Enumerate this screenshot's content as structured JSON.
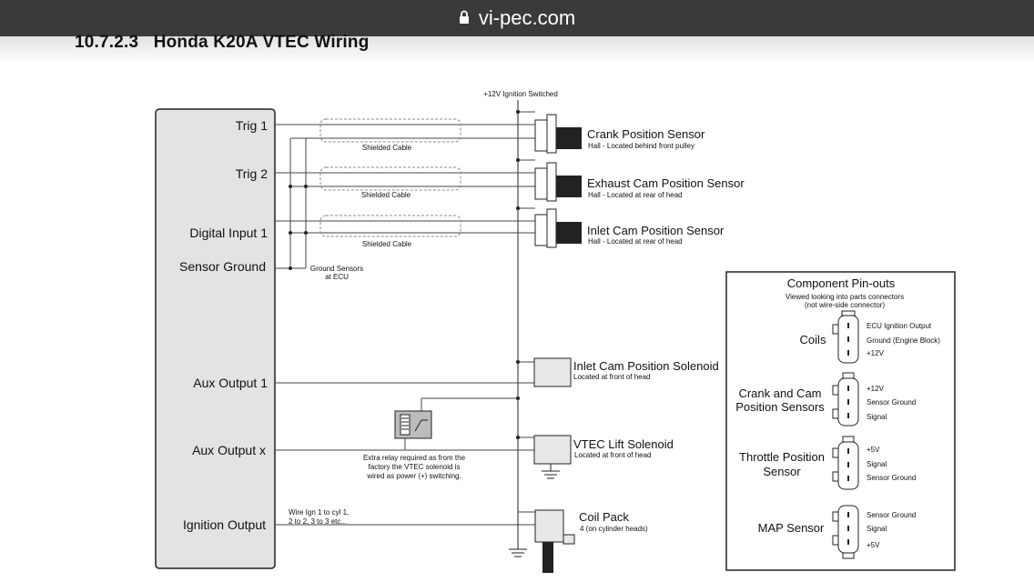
{
  "browser": {
    "url": "vi-pec.com",
    "lock_icon": "lock-icon"
  },
  "section_title": "10.7.2.3   Honda K20A VTEC Wiring",
  "supply": "+12V Ignition Switched",
  "ecu_pins": {
    "trig1": "Trig 1",
    "trig2": "Trig 2",
    "din1": "Digital Input 1",
    "sensor_ground": "Sensor Ground",
    "aux1": "Aux Output 1",
    "auxx": "Aux Output x",
    "ign": "Ignition Output"
  },
  "cables": {
    "shielded": "Shielded Cable"
  },
  "ground_note": [
    "Ground Sensors",
    "at ECU"
  ],
  "sensors": {
    "crank": {
      "title": "Crank Position Sensor",
      "sub": "Hall - Located behind front pulley"
    },
    "exhaust": {
      "title": "Exhaust Cam Position Sensor",
      "sub": "Hall - Located at rear of head"
    },
    "inlet": {
      "title": "Inlet Cam Position Sensor",
      "sub": "Hall - Located at rear of head"
    }
  },
  "actuators": {
    "inlet_solenoid": {
      "title": "Inlet Cam Position Solenoid",
      "sub": "Located at front of head"
    },
    "vtec_solenoid": {
      "title": "VTEC Lift Solenoid",
      "sub": "Located at front of head"
    },
    "coil_pack": {
      "title": "Coil Pack",
      "sub": "4 (on cylinder heads)"
    }
  },
  "relay_note": [
    "Extra relay required as from the",
    "factory the VTEC solenoid is",
    "wired as power (+) switching."
  ],
  "wire_note": [
    "Wire Ign 1 to cyl 1,",
    "2 to 2, 3 to 3 etc..."
  ],
  "pinouts": {
    "title": "Component Pin-outs",
    "subtitle": [
      "Viewed looking into parts connectors",
      "(not wire-side connector)"
    ],
    "coils": {
      "name": [
        "Coils"
      ],
      "pins": [
        "ECU Ignition Output",
        "Ground (Engine Block)",
        "+12V"
      ]
    },
    "crank_cam": {
      "name": [
        "Crank and Cam",
        "Position Sensors"
      ],
      "pins": [
        "+12V",
        "Sensor Ground",
        "Signal"
      ]
    },
    "tps": {
      "name": [
        "Throttle Position",
        "Sensor"
      ],
      "pins": [
        "+5V",
        "Signal",
        "Sensor Ground"
      ]
    },
    "map": {
      "name": [
        "MAP Sensor"
      ],
      "pins": [
        "Sensor Ground",
        "Signal",
        "+5V"
      ]
    }
  }
}
